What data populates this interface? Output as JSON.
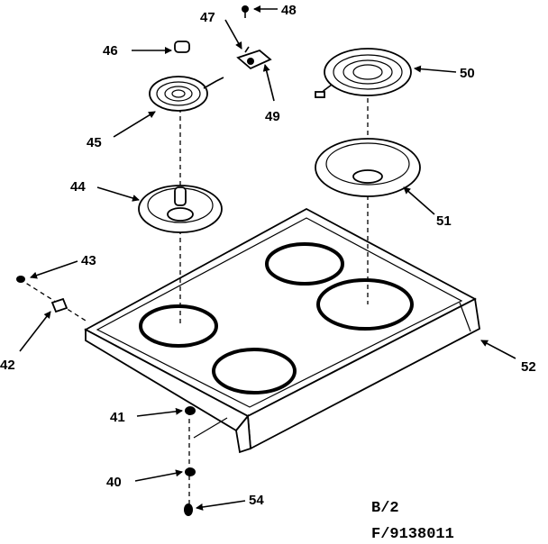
{
  "callouts": {
    "c40": "40",
    "c41": "41",
    "c42": "42",
    "c43": "43",
    "c44": "44",
    "c45": "45",
    "c46": "46",
    "c47": "47",
    "c48": "48",
    "c49": "49",
    "c50": "50",
    "c51": "51",
    "c52": "52",
    "c54": "54"
  },
  "sheet": {
    "page": "B/2",
    "figure": "F/9138011"
  }
}
